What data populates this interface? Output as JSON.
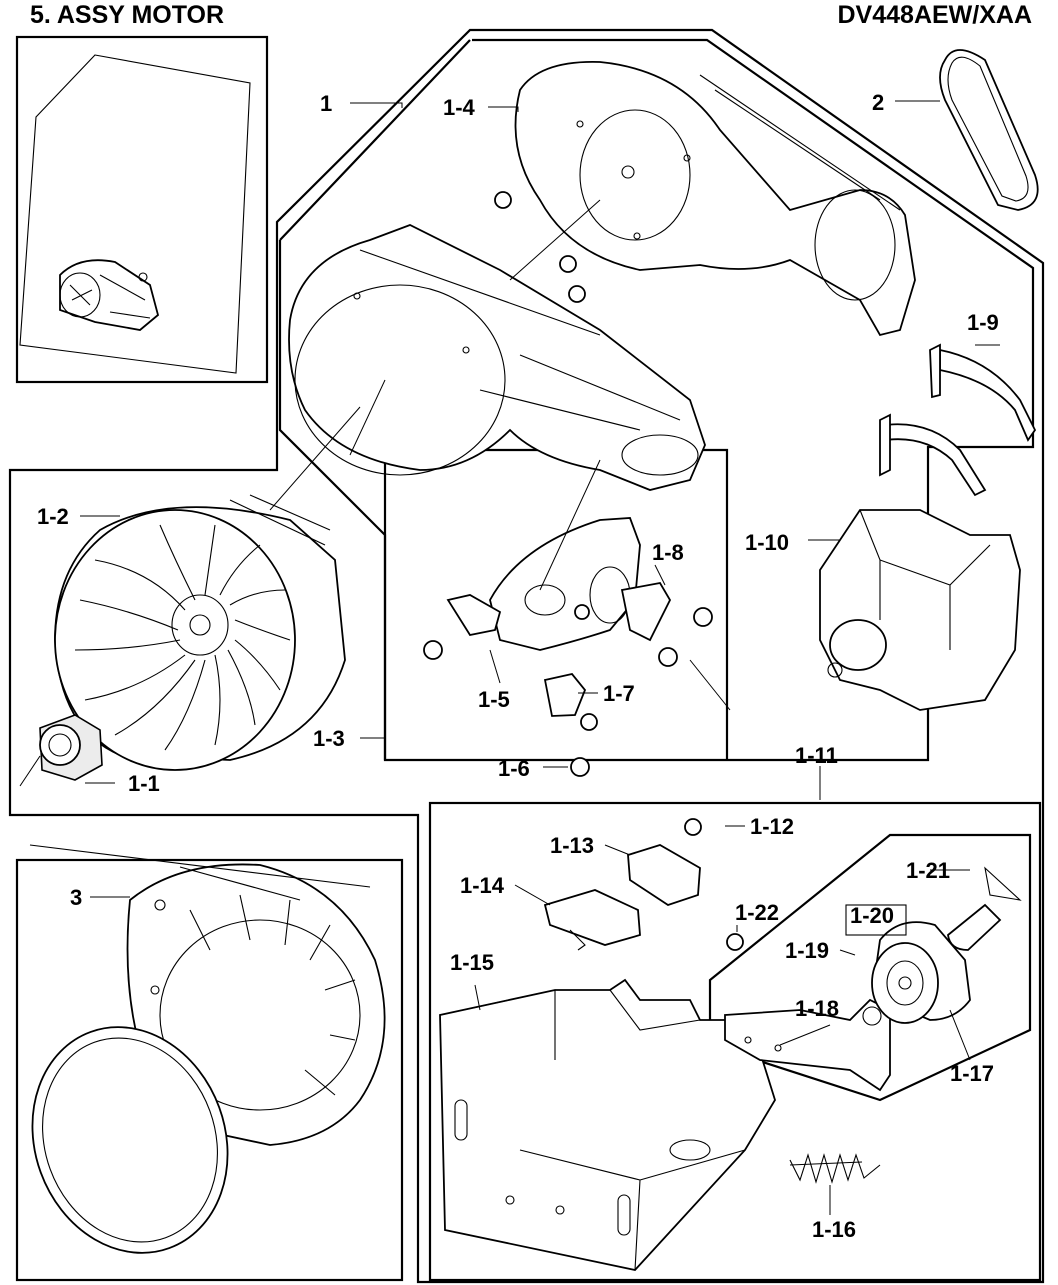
{
  "header": {
    "section_title": "5. ASSY MOTOR",
    "model_number": "DV448AEW/XAA"
  },
  "callouts": {
    "c1": "1",
    "c1_1": "1-1",
    "c1_2": "1-2",
    "c1_3": "1-3",
    "c1_4": "1-4",
    "c1_5": "1-5",
    "c1_6": "1-6",
    "c1_7": "1-7",
    "c1_8": "1-8",
    "c1_9": "1-9",
    "c1_10": "1-10",
    "c1_11": "1-11",
    "c1_12": "1-12",
    "c1_13": "1-13",
    "c1_14": "1-14",
    "c1_15": "1-15",
    "c1_16": "1-16",
    "c1_17": "1-17",
    "c1_18": "1-18",
    "c1_19": "1-19",
    "c1_20": "1-20",
    "c1_21": "1-21",
    "c1_22": "1-22",
    "c2": "2",
    "c3": "3"
  },
  "icons": {
    "belt": "drive-belt-icon",
    "fan": "blower-impeller-icon",
    "motor": "drive-motor-icon",
    "idler": "idler-pulley-icon"
  }
}
